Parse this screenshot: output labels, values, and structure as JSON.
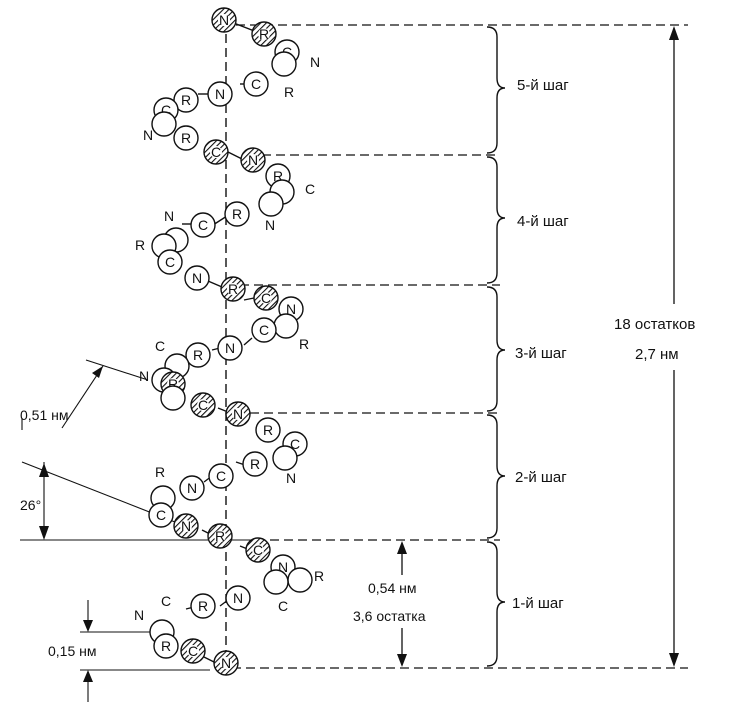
{
  "steps": {
    "s5": "5-й шаг",
    "s4": "4-й шаг",
    "s3": "3-й шаг",
    "s2": "2-й шаг",
    "s1": "1-й шаг"
  },
  "total": {
    "residues": "18 остатков",
    "length": "2,7 нм"
  },
  "measures": {
    "residue_spacing": "0,51 нм",
    "angle": "26°",
    "rise_per_residue": "0,15 нм",
    "pitch": "0,54 нм",
    "residues_per_turn": "3,6 остатка"
  },
  "atoms": {
    "n": "N",
    "c": "C",
    "r": "R"
  },
  "colors": {
    "ink": "#111111",
    "paper": "#ffffff"
  }
}
